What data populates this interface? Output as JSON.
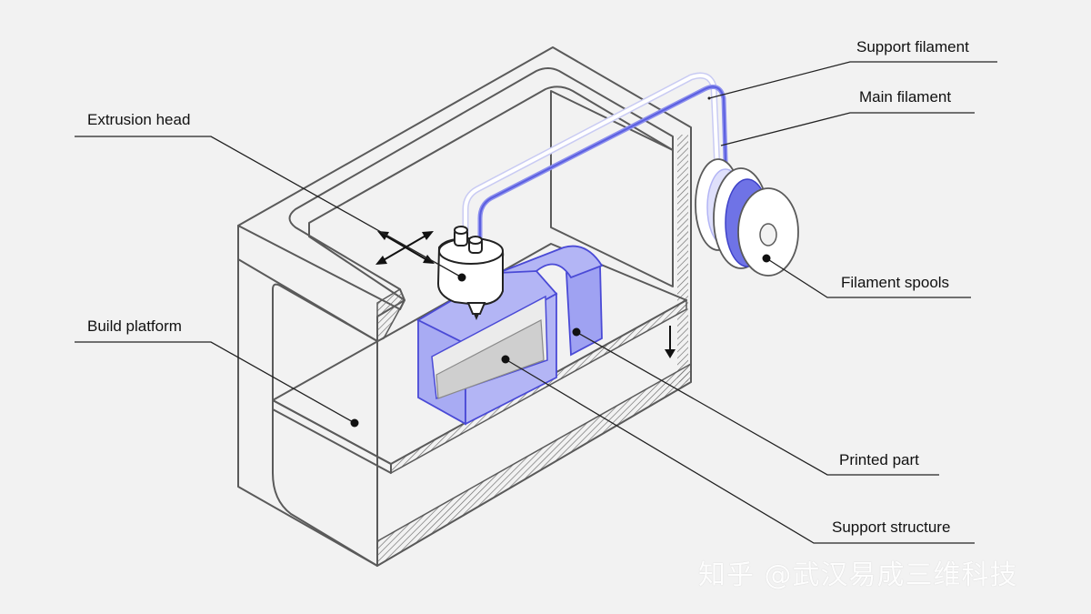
{
  "labels": {
    "support_filament": "Support filament",
    "main_filament": "Main filament",
    "extrusion_head": "Extrusion head",
    "build_platform": "Build platform",
    "filament_spools": "Filament spools",
    "printed_part": "Printed part",
    "support_structure": "Support structure"
  },
  "watermark": "知乎 @武汉易成三维科技",
  "colors": {
    "background": "#f2f2f2",
    "frame_face": "#ffffff",
    "frame_stroke": "#5a5a5a",
    "printed_part": "#b3b5f5",
    "printed_part_stroke": "#4a4ad6",
    "support_gray": "#cfcfcf",
    "filament_support": "#c9cbf3",
    "filament_main": "#5b5fe0"
  }
}
